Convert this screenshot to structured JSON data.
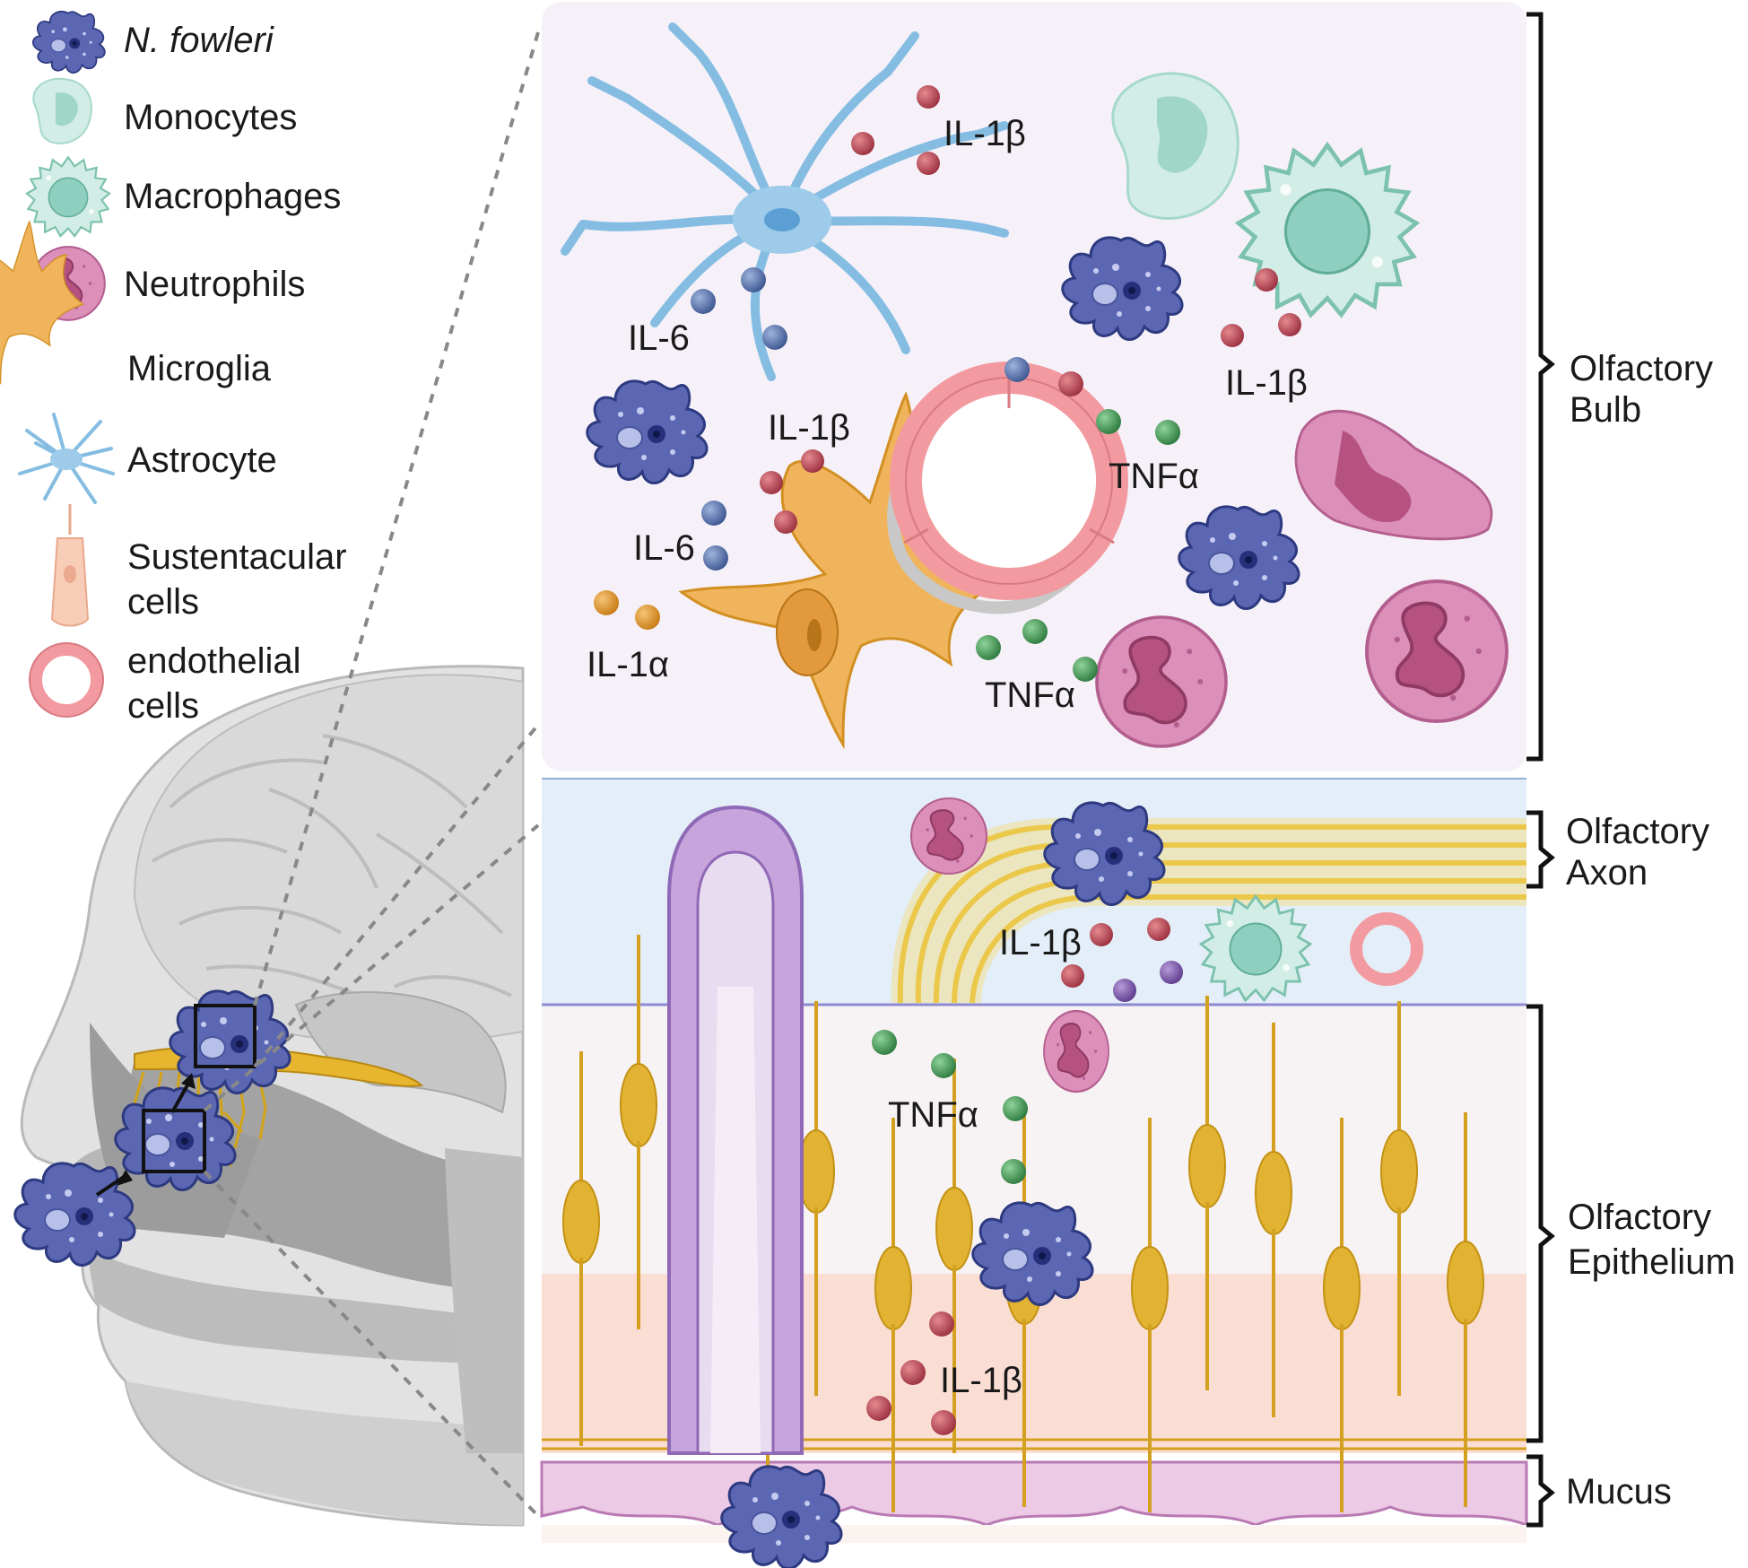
{
  "legend": {
    "items": [
      {
        "label": "N. fowleri",
        "icon": "amoeba-icon"
      },
      {
        "label": "Monocytes",
        "icon": "monocyte-icon"
      },
      {
        "label": "Macrophages",
        "icon": "macrophage-icon"
      },
      {
        "label": "Neutrophils",
        "icon": "neutrophil-icon"
      },
      {
        "label": "Microglia",
        "icon": "microglia-icon"
      },
      {
        "label": "Astrocyte",
        "icon": "astrocyte-icon"
      },
      {
        "label_lines": [
          "Sustentacular",
          "cells"
        ],
        "icon": "sustentacular-cell-icon"
      },
      {
        "label_lines": [
          "endothelial",
          "cells"
        ],
        "icon": "endothelial-cell-icon"
      }
    ]
  },
  "bulb": {
    "cytokines": {
      "il1b_top": "IL-1β",
      "il1b_right": "IL-1β",
      "il1b_mid": "IL-1β",
      "il6_top": "IL-6",
      "il6_bottom": "IL-6",
      "il1a": "IL-1α",
      "tnfa_right": "TNFα",
      "tnfa_bottom": "TNFα"
    }
  },
  "epithelium": {
    "cytokines": {
      "il1b_axon": "IL-1β",
      "tnfa": "TNFα",
      "il1b_lower": "IL-1β"
    }
  },
  "brackets": {
    "olfactory_bulb": [
      "Olfactory",
      "Bulb"
    ],
    "olfactory_axon": [
      "Olfactory",
      "Axon"
    ],
    "olfactory_epithelium": [
      "Olfactory",
      "Epithelium"
    ],
    "mucus": "Mucus"
  },
  "colors": {
    "amoeba": "#5b67b3",
    "monocyte": "#bfe4dc",
    "neutrophil": "#dc8fb8",
    "microglia": "#f0b45c",
    "astrocyte": "#9dcbe9",
    "sustentacular": "#f8cdb8",
    "endothelial": "#f29aa0",
    "neuron": "#e2b332",
    "il1b": "#a94452",
    "il6": "#5875a8",
    "tnfa": "#3f9150",
    "il1a": "#dd9428"
  }
}
